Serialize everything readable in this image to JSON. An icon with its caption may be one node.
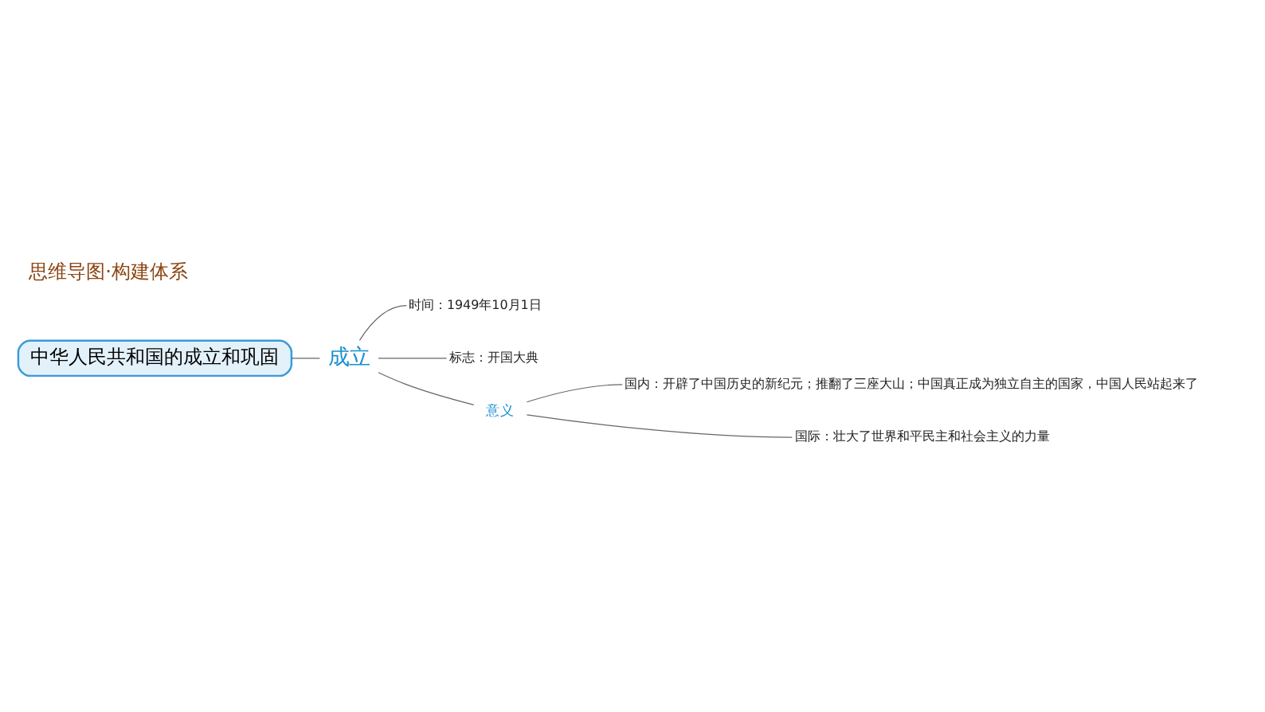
{
  "diagram": {
    "title": "思维导图·构建体系",
    "nodes": [
      {
        "text": [
          "中华人民共和国的成立和巩固"
        ]
      },
      {
        "text": [
          "成立"
        ]
      },
      {
        "text": [
          "时间：1949年10月1日"
        ]
      },
      {
        "text": [
          "标志：开国大典"
        ]
      },
      {
        "text": [
          "意义"
        ]
      },
      {
        "text": [
          "国内：开辟了中国历史的新纪元；推翻了三座大山；中国真正成为独立自主的国家，中国人民站起来了"
        ]
      },
      {
        "text": [
          "国际：壮大了世界和平民主和社会主义的力量"
        ]
      }
    ],
    "edges": [
      {
        "from": 0,
        "to": 1,
        "arrow": "none"
      },
      {
        "from": 1,
        "to": 2,
        "arrow": "none"
      },
      {
        "from": 1,
        "to": 3,
        "arrow": "none"
      },
      {
        "from": 1,
        "to": 4,
        "arrow": "none"
      },
      {
        "from": 4,
        "to": 5,
        "arrow": "none"
      },
      {
        "from": 4,
        "to": 6,
        "arrow": "none"
      }
    ]
  }
}
